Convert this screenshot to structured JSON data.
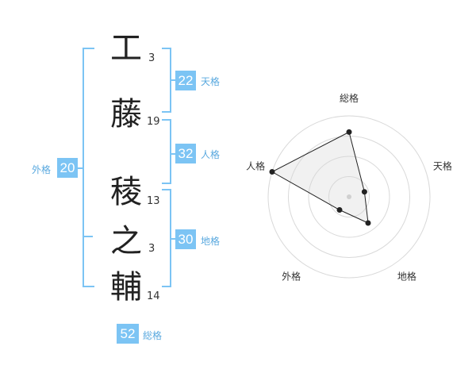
{
  "name": {
    "chars": [
      {
        "char": "工",
        "strokes": "3"
      },
      {
        "char": "藤",
        "strokes": "19"
      },
      {
        "char": "稜",
        "strokes": "13"
      },
      {
        "char": "之",
        "strokes": "3"
      },
      {
        "char": "輔",
        "strokes": "14"
      }
    ]
  },
  "fortunes": {
    "tenkaku": {
      "value": "22",
      "label": "天格"
    },
    "jinkaku": {
      "value": "32",
      "label": "人格"
    },
    "chikaku": {
      "value": "30",
      "label": "地格"
    },
    "gaikaku": {
      "value": "20",
      "label": "外格"
    },
    "soukaku": {
      "value": "52",
      "label": "総格"
    }
  },
  "radar": {
    "axes": [
      "総格",
      "天格",
      "地格",
      "外格",
      "人格"
    ],
    "values": [
      0.8,
      0.2,
      0.4,
      0.2,
      1.0
    ],
    "max": 1.0,
    "rings": 4
  },
  "colors": {
    "accent": "#7cc4f4",
    "label": "#5aa9df",
    "text": "#222222"
  }
}
